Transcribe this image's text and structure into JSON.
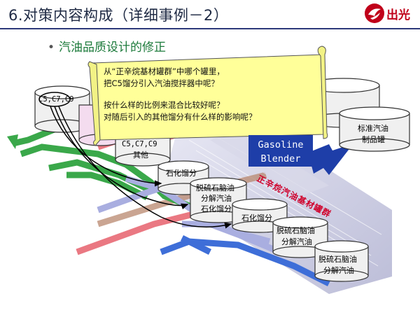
{
  "title": "6.对策内容构成（详细事例－2）",
  "logo": {
    "text": "出光",
    "icon": "idemitsu-logo-icon"
  },
  "subtitle": "汽油品质设计的修正",
  "callout": {
    "line1": "从“正辛烷基材罐群”中哪个罐里，",
    "line2": "把C5馏分引入汽油搅拌器中呢？",
    "line3": "按什么样的比例来混合比较好呢？",
    "line4": "对随后引入的其他馏分有什么样的影响呢？"
  },
  "tanks": {
    "c5_tank": "C5,C7,C9",
    "c5_other_line1": "C5,C7,C9",
    "c5_other_line2": "其他",
    "petrochem1": "石化馏分",
    "desulf_mix_line1": "脱硫石脑油",
    "desulf_mix_line2": "分解汽油",
    "desulf_mix_line3": "石化馏分",
    "petrochem2": "石化馏分",
    "desulf1_line1": "脱硫石脑油",
    "desulf1_line2": "分解汽油",
    "desulf2_line1": "脱硫石脑油",
    "desulf2_line2": "分解汽油",
    "product_line1": "标准汽油",
    "product_line2": "制品罐"
  },
  "blender": {
    "line1": "Gasoline",
    "line2": "Blender"
  },
  "tank_group_label": "正辛烷汽油基材罐群",
  "colors": {
    "title_rule": "#2d3a7a",
    "subtitle": "#1b7a3a",
    "callout_fill": "#ffff99",
    "blender_fill": "#1e3ea8",
    "group_label": "#d0002a"
  }
}
